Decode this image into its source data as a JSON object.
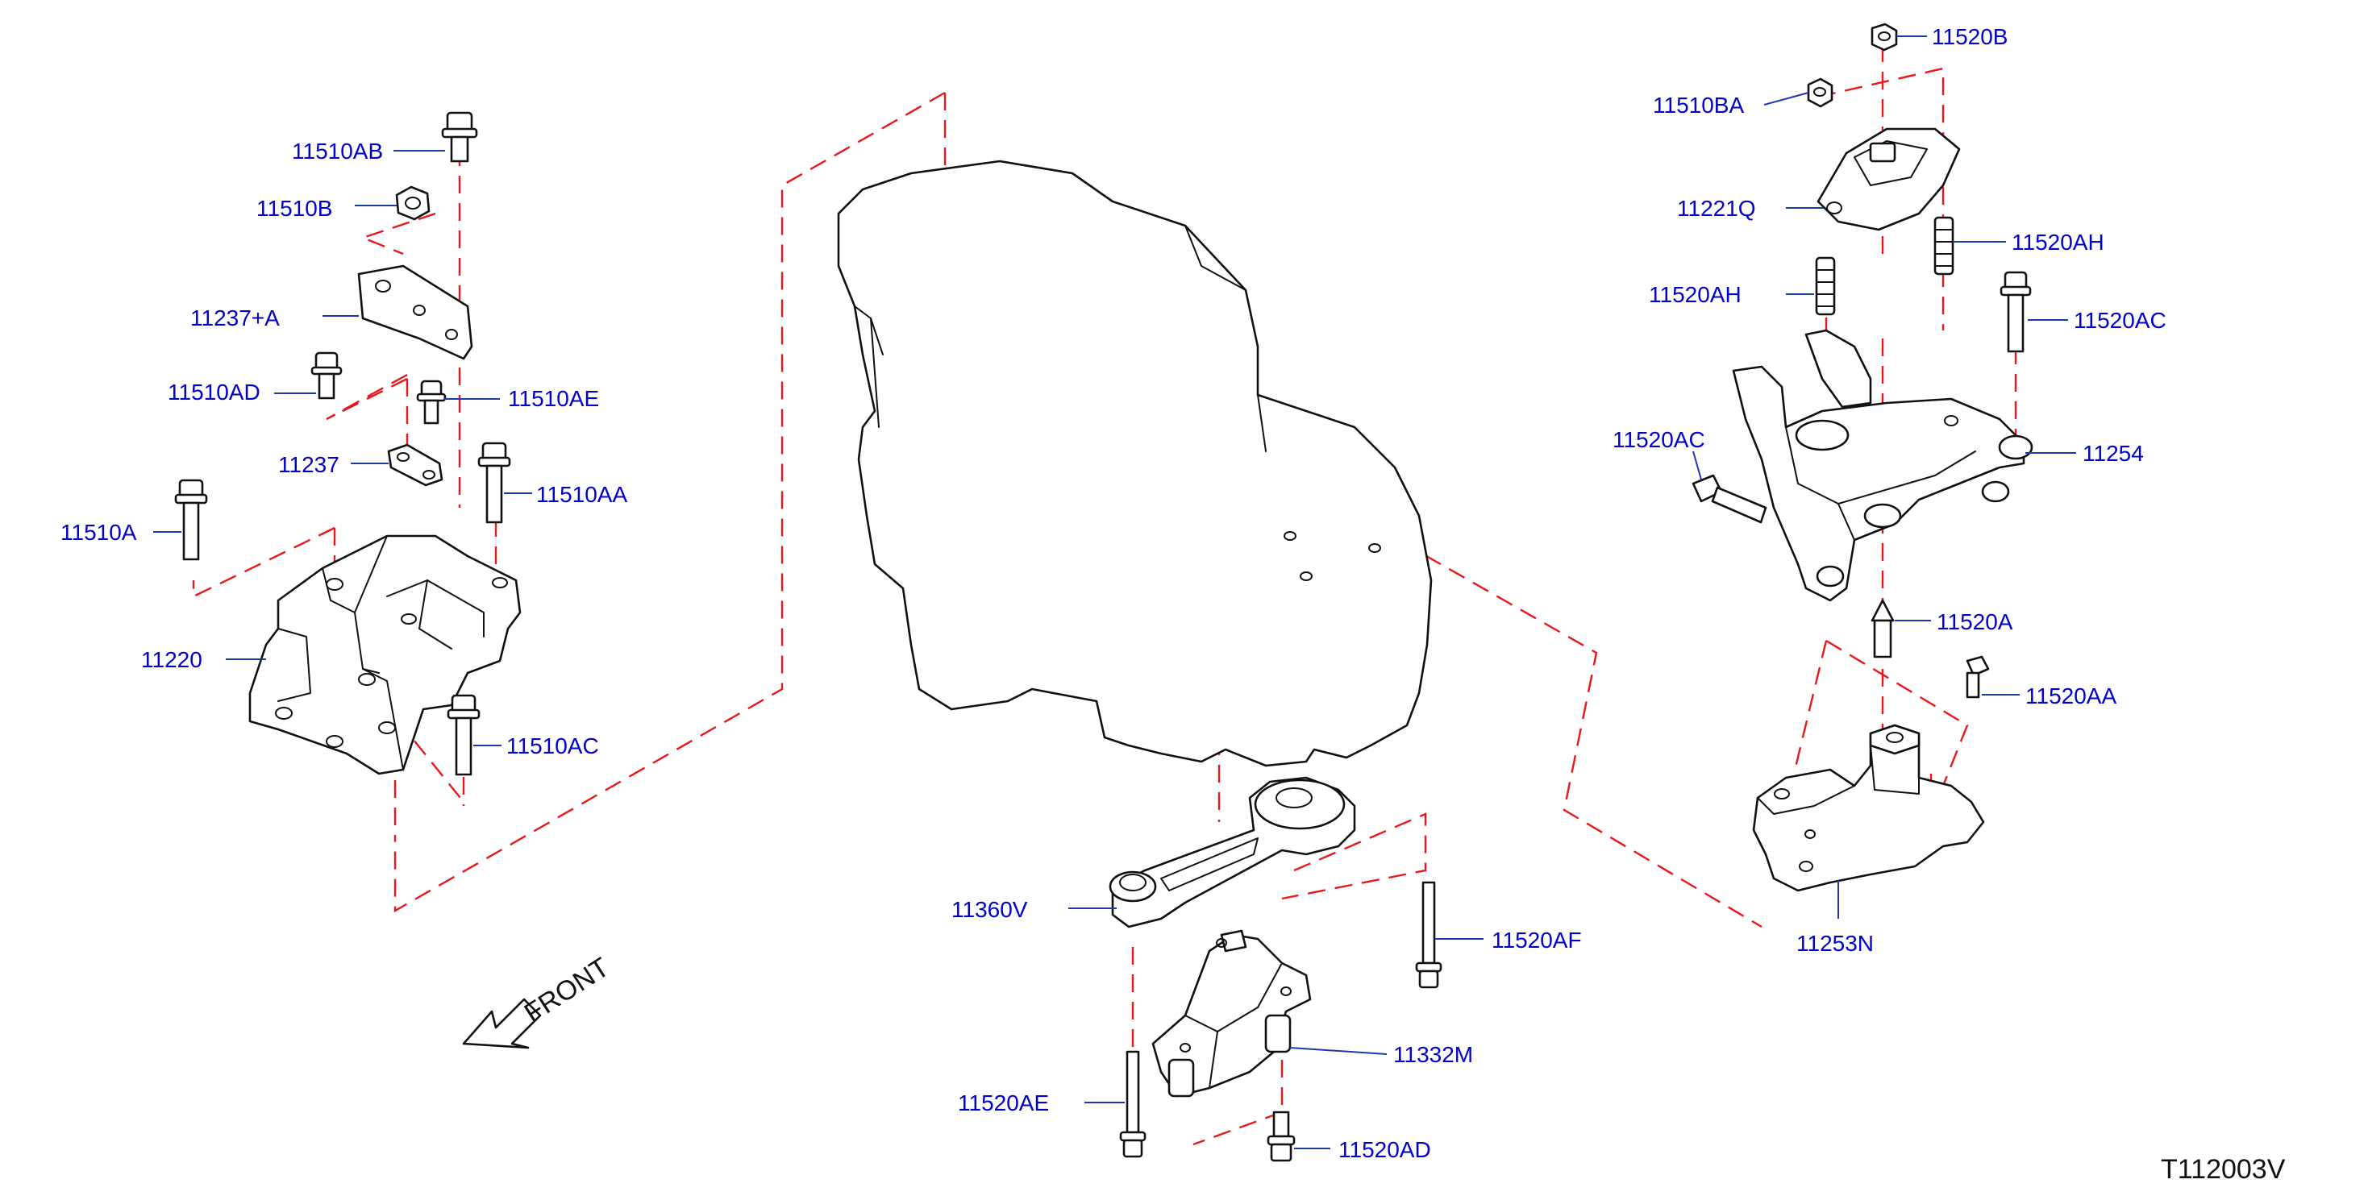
{
  "labels": {
    "l_11510AB": "11510AB",
    "l_11510B": "11510B",
    "l_11237A": "11237+A",
    "l_11510AD": "11510AD",
    "l_11510AE": "11510AE",
    "l_11237": "11237",
    "l_11510AA": "11510AA",
    "l_11510A": "11510A",
    "l_11220": "11220",
    "l_11510AC": "11510AC",
    "l_11360V": "11360V",
    "l_11520AF": "11520AF",
    "l_11332M": "11332M",
    "l_11520AE": "11520AE",
    "l_11520AD": "11520AD",
    "l_11520B": "11520B",
    "l_11510BA": "11510BA",
    "l_11221Q": "11221Q",
    "l_11520AH_right": "11520AH",
    "l_11520AH_left": "11520AH",
    "l_11520AC_right": "11520AC",
    "l_11520AC_left": "11520AC",
    "l_11254": "11254",
    "l_11520A": "11520A",
    "l_11520AA": "11520AA",
    "l_11253N": "11253N"
  },
  "front_label": "FRONT",
  "diagram_ref": "T112003V",
  "colors": {
    "label": "#0000c8",
    "leader": "#1a3aa8",
    "centerline": "#e8171b",
    "outline": "#111111"
  }
}
